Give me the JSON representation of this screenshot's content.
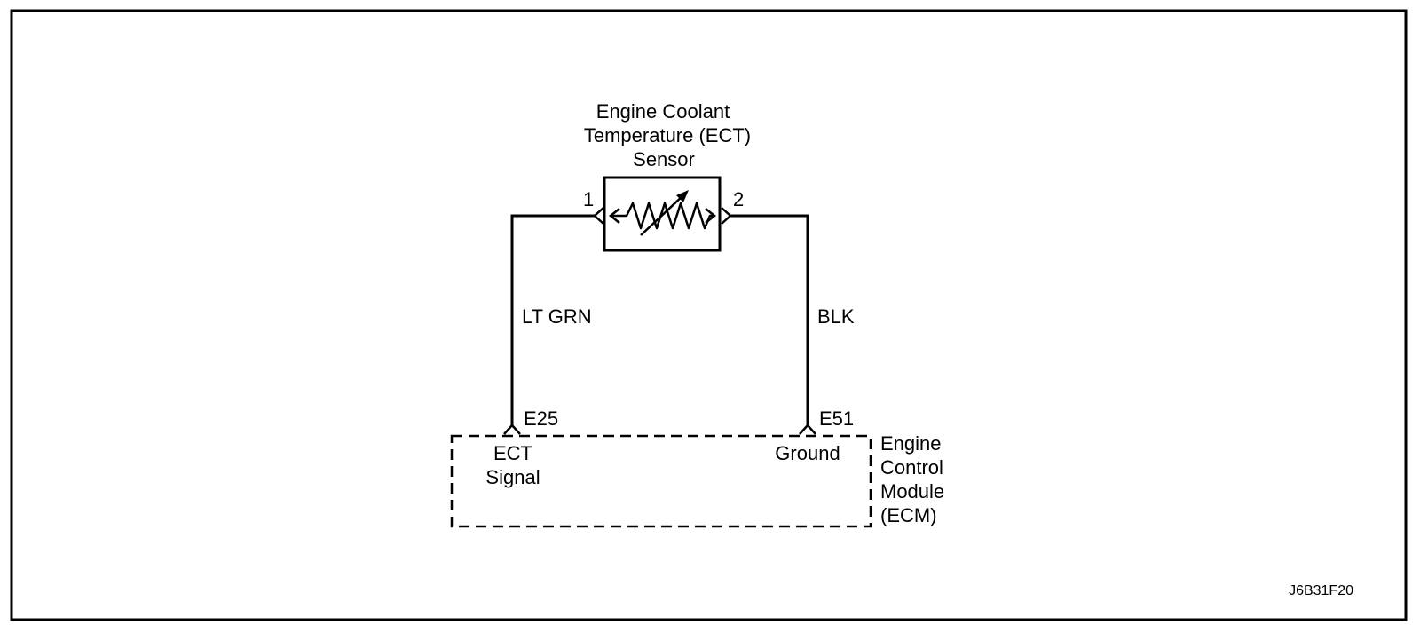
{
  "sensor": {
    "title_lines": [
      "Engine Coolant",
      "Temperature (ECT)",
      "Sensor"
    ],
    "pin_left": "1",
    "pin_right": "2"
  },
  "wires": {
    "left_color": "LT GRN",
    "right_color": "BLK"
  },
  "ecm": {
    "pin_left": "E25",
    "pin_right": "E51",
    "signal_lines": [
      "ECT",
      "Signal"
    ],
    "ground_label": "Ground",
    "title_lines": [
      "Engine",
      "Control",
      "Module",
      "(ECM)"
    ]
  },
  "figure_id": "J6B31F20"
}
